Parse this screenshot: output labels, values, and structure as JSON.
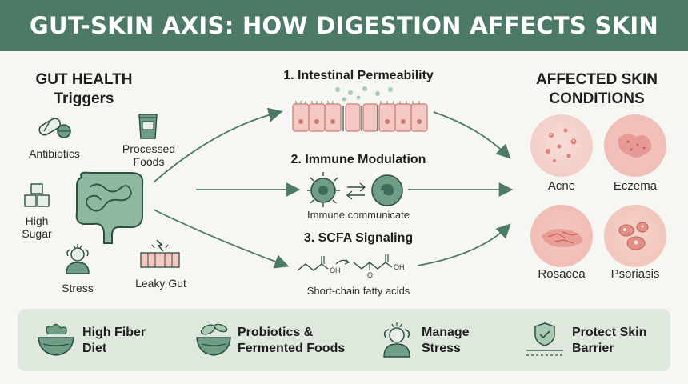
{
  "title": "GUT-SKIN AXIS: HOW DIGESTION AFFECTS SKIN",
  "left": {
    "title_line1": "GUT HEALTH",
    "title_line2": "Triggers",
    "triggers": {
      "antibiotics": "Antibiotics",
      "processed_1": "Processed",
      "processed_2": "Foods",
      "sugar_1": "High",
      "sugar_2": "Sugar",
      "stress": "Stress",
      "leaky_gut": "Leaky Gut"
    }
  },
  "middle": {
    "step1": "1. Intestinal Permeability",
    "step2": "2. Immune Modulation",
    "step2_caption": "Immune communicate",
    "step3": "3. SCFA Signaling",
    "step3_caption": "Short-chain fatty acids",
    "chem_label_oh": "OH",
    "chem_label_o": "O"
  },
  "right": {
    "title_line1": "AFFECTED SKIN",
    "title_line2": "CONDITIONS",
    "conditions": [
      "Acne",
      "Eczema",
      "Rosacea",
      "Psoriasis"
    ]
  },
  "bottom": [
    {
      "line1": "High Fiber",
      "line2": "Diet"
    },
    {
      "line1": "Probiotics &",
      "line2": "Fermented Foods"
    },
    {
      "line1": "Manage",
      "line2": "Stress"
    },
    {
      "line1": "Protect Skin",
      "line2": "Barrier"
    }
  ],
  "colors": {
    "header": "#4c7a67",
    "accent_green": "#6f9e87",
    "dark_green": "#3e6b57",
    "skin_pink": "#f4c9c4",
    "bottom_panel": "#dfe8dd",
    "background": "#f6f7f2"
  }
}
